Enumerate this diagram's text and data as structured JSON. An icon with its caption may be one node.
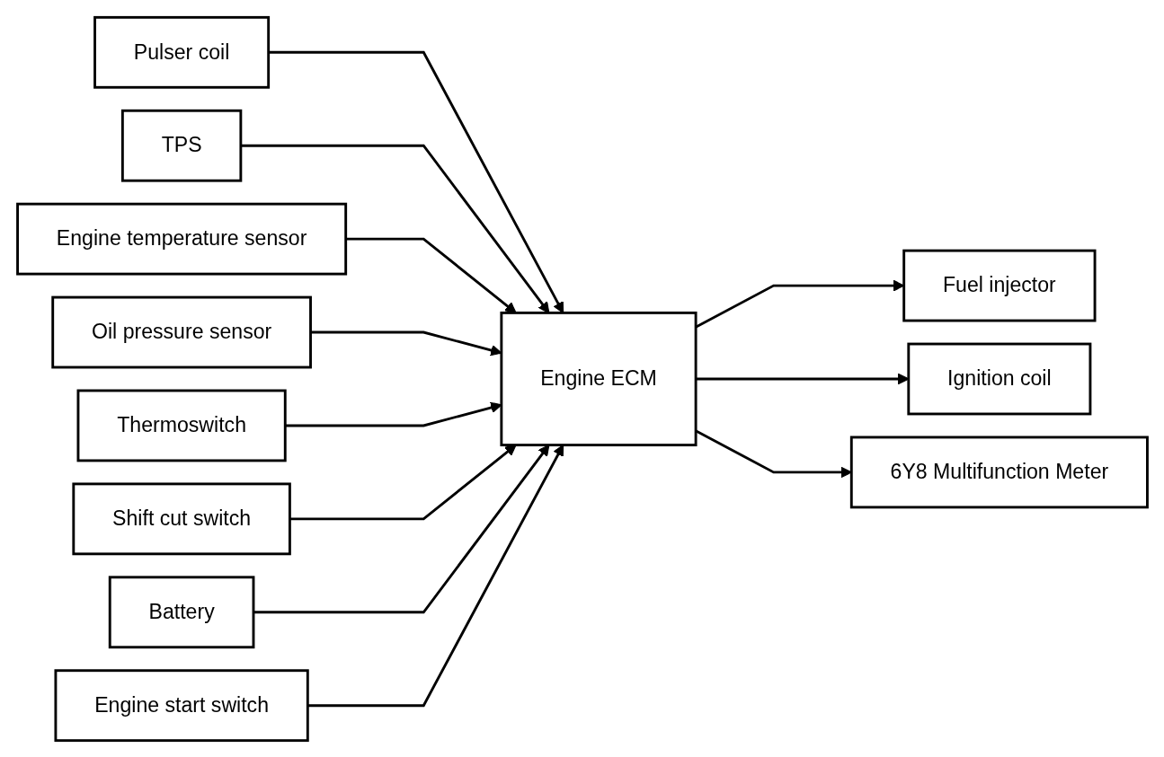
{
  "diagram": {
    "nodes": [
      {
        "text": [
          "Pulser coil"
        ]
      },
      {
        "text": [
          "TPS"
        ]
      },
      {
        "text": [
          "Engine temperature sensor"
        ]
      },
      {
        "text": [
          "Oil pressure sensor"
        ]
      },
      {
        "text": [
          "Thermoswitch"
        ]
      },
      {
        "text": [
          "Shift cut switch"
        ]
      },
      {
        "text": [
          "Battery"
        ]
      },
      {
        "text": [
          "Engine start switch"
        ]
      },
      {
        "text": [
          "Engine ECM"
        ]
      },
      {
        "text": [
          "Fuel injector"
        ]
      },
      {
        "text": [
          "Ignition coil"
        ]
      },
      {
        "text": [
          "6Y8 Multifunction Meter"
        ]
      }
    ],
    "edges": [
      {
        "from": 0,
        "to": 8,
        "arrow": "to"
      },
      {
        "from": 1,
        "to": 8,
        "arrow": "to"
      },
      {
        "from": 2,
        "to": 8,
        "arrow": "to"
      },
      {
        "from": 3,
        "to": 8,
        "arrow": "to"
      },
      {
        "from": 4,
        "to": 8,
        "arrow": "to"
      },
      {
        "from": 5,
        "to": 8,
        "arrow": "to"
      },
      {
        "from": 6,
        "to": 8,
        "arrow": "to"
      },
      {
        "from": 7,
        "to": 8,
        "arrow": "to"
      },
      {
        "from": 8,
        "to": 9,
        "arrow": "to"
      },
      {
        "from": 8,
        "to": 10,
        "arrow": "to"
      },
      {
        "from": 8,
        "to": 11,
        "arrow": "to"
      }
    ]
  }
}
